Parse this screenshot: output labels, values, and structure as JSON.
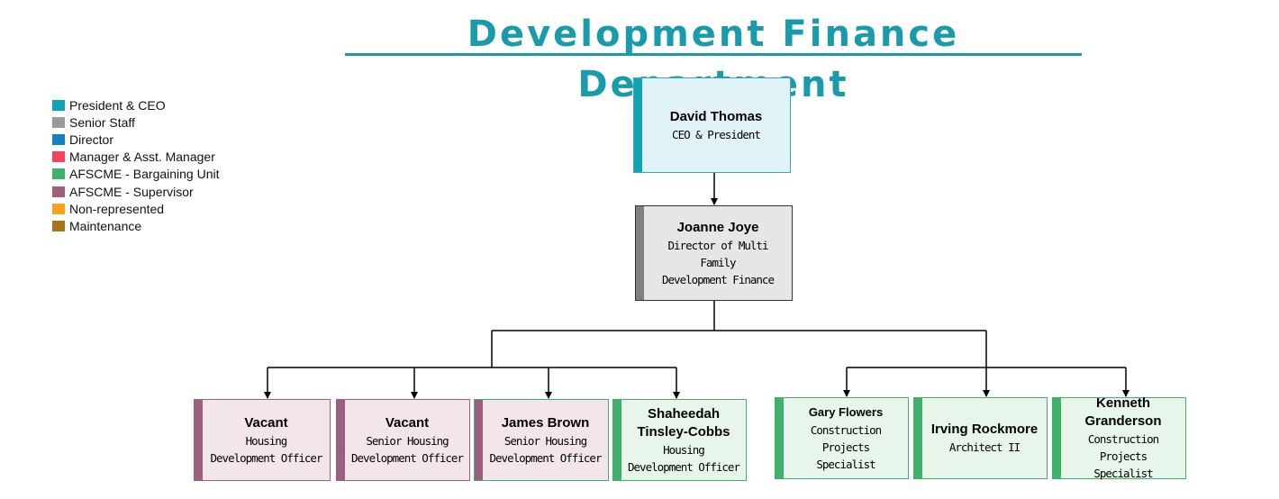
{
  "title": "Development Finance Department",
  "legend": [
    {
      "label": "President & CEO",
      "color": "#0fa5b4"
    },
    {
      "label": "Senior Staff",
      "color": "#9a9a9a"
    },
    {
      "label": "Director",
      "color": "#1580c4"
    },
    {
      "label": "Manager & Asst. Manager",
      "color": "#ef4561"
    },
    {
      "label": "AFSCME - Bargaining Unit",
      "color": "#40b06a"
    },
    {
      "label": "AFSCME - Supervisor",
      "color": "#9e5e7e"
    },
    {
      "label": "Non-represented",
      "color": "#f6a41e"
    },
    {
      "label": "Maintenance",
      "color": "#a9741a"
    }
  ],
  "nodes": {
    "ceo": {
      "name": "David Thomas",
      "role_lines": [
        "CEO & President"
      ],
      "stripe": "#0fa5b4",
      "fill": "#e2f3f7",
      "border": "#39a9c0"
    },
    "director": {
      "name": "Joanne Joye",
      "role_lines": [
        "Director of Multi Family",
        "Development Finance"
      ],
      "stripe": "#808080",
      "fill": "#e6e6e6",
      "border": "#333333"
    },
    "vacant_hdo": {
      "name": "Vacant",
      "role_lines": [
        "Housing",
        "Development Officer"
      ],
      "stripe": "#9e5e7e",
      "fill": "#f3e6ea",
      "border": "#9e5e7e"
    },
    "vacant_shdo": {
      "name": "Vacant",
      "role_lines": [
        "Senior Housing",
        "Development Officer"
      ],
      "stripe": "#9e5e7e",
      "fill": "#f3e6ea",
      "border": "#9e5e7e"
    },
    "james_brown": {
      "name": "James Brown",
      "role_lines": [
        "Senior Housing",
        "Development Officer"
      ],
      "stripe": "#9e5e7e",
      "fill": "#f3e6ea",
      "border": "#40b06a"
    },
    "shaheedah": {
      "name_lines": [
        "Shaheedah",
        "Tinsley-Cobbs"
      ],
      "role_lines": [
        "Housing",
        "Development Officer"
      ],
      "stripe": "#40b06a",
      "fill": "#e8f5ea",
      "border": "#40b06a"
    },
    "gary_flowers": {
      "name": "Gary Flowers",
      "role_lines": [
        "Construction Projects",
        "Specialist"
      ],
      "stripe": "#40b06a",
      "fill": "#e8f5ea",
      "border": "#40b06a"
    },
    "irving_rockmore": {
      "name": "Irving Rockmore",
      "role_lines": [
        "Architect II"
      ],
      "stripe": "#40b06a",
      "fill": "#e8f5ea",
      "border": "#40b06a"
    },
    "kenneth_granderson": {
      "name_lines": [
        "Kenneth",
        "Granderson"
      ],
      "role_lines": [
        "Construction Projects",
        "Specialist"
      ],
      "stripe": "#40b06a",
      "fill": "#e8f5ea",
      "border": "#40b06a"
    }
  }
}
